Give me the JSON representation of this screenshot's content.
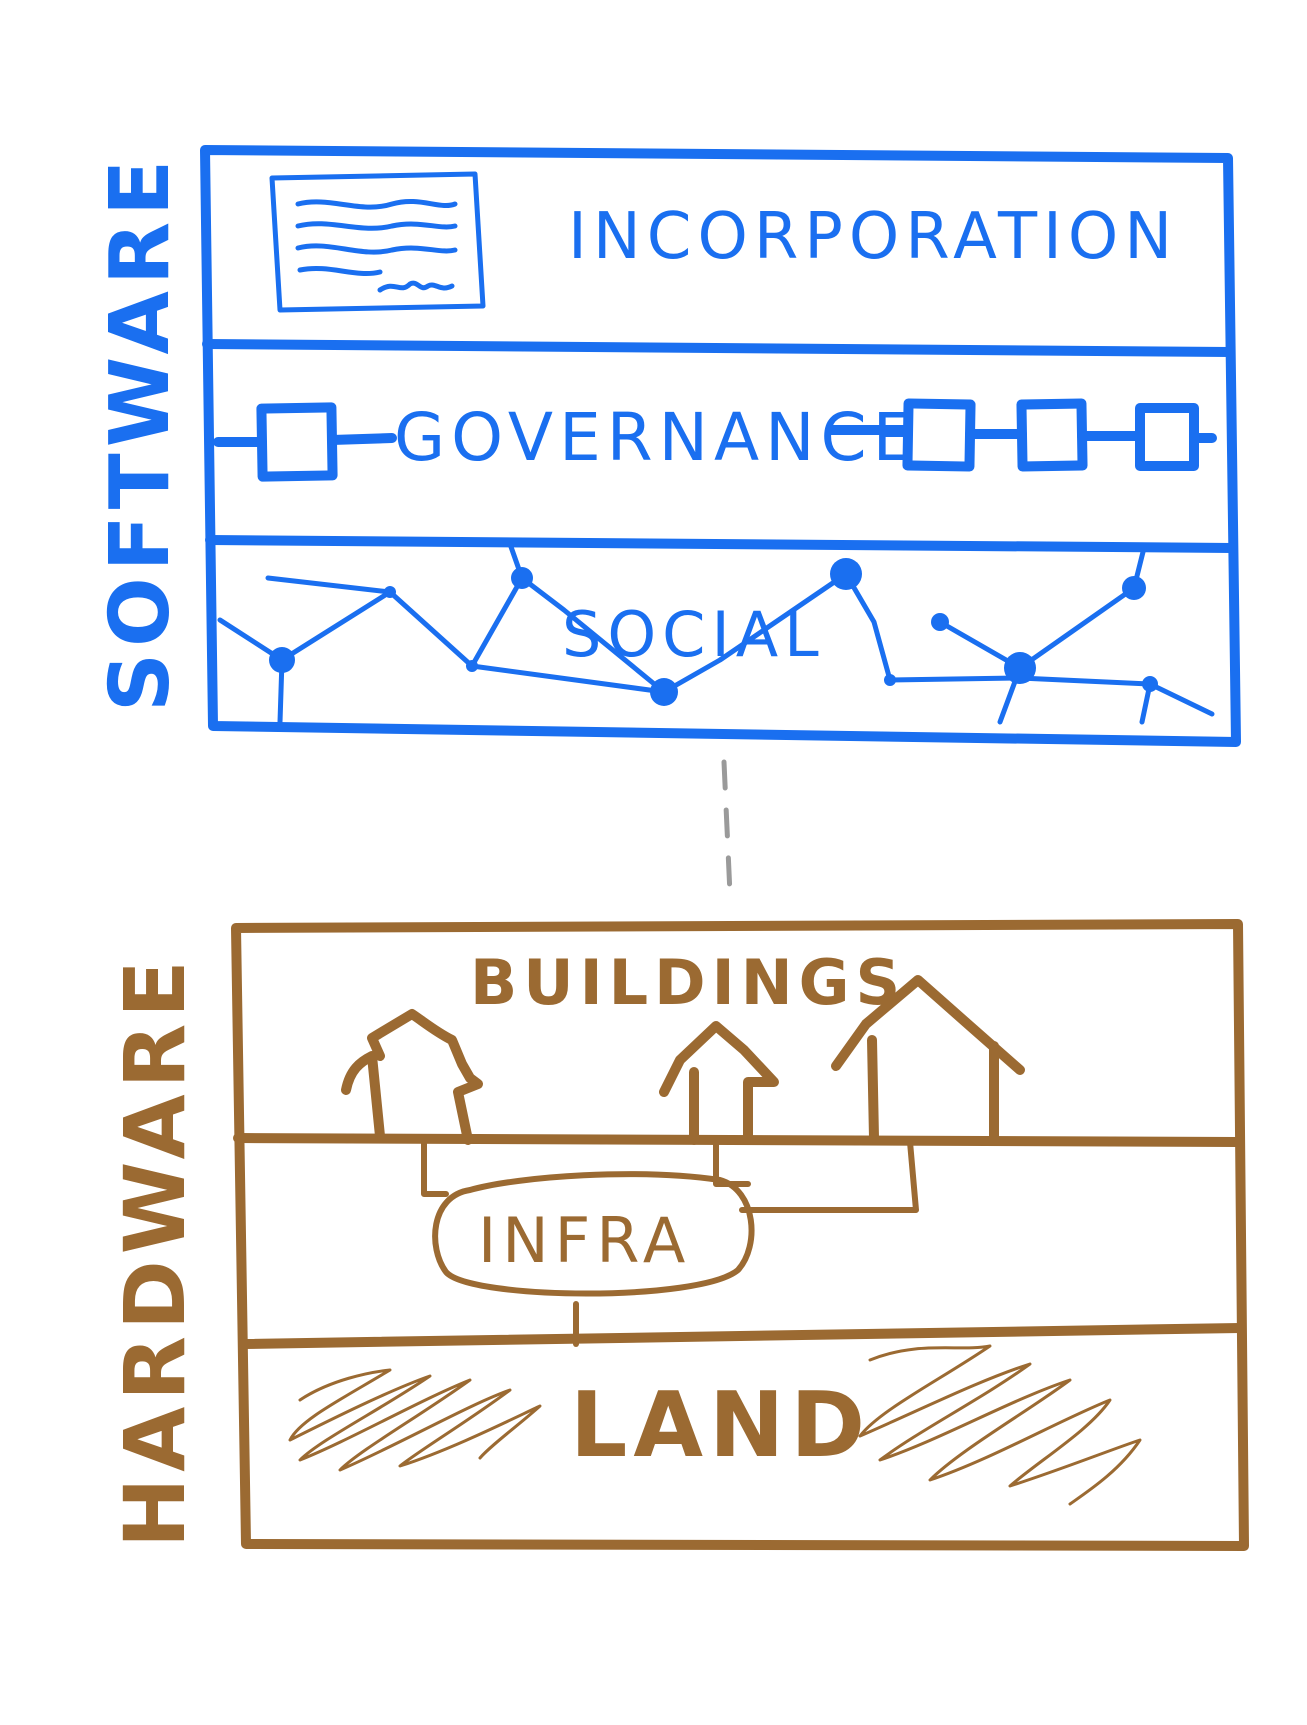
{
  "colors": {
    "software": "#1a6ff0",
    "hardware": "#9b6a32",
    "connector": "#9a9a9a",
    "background": "#ffffff"
  },
  "software": {
    "title": "SOFTWARE",
    "layers": {
      "incorporation": "INCORPORATION",
      "governance": "GOVERNANCE",
      "social": "SOCIAL"
    }
  },
  "hardware": {
    "title": "HARDWARE",
    "layers": {
      "buildings": "BUILDINGS",
      "infra": "INFRA",
      "land": "LAND"
    }
  }
}
